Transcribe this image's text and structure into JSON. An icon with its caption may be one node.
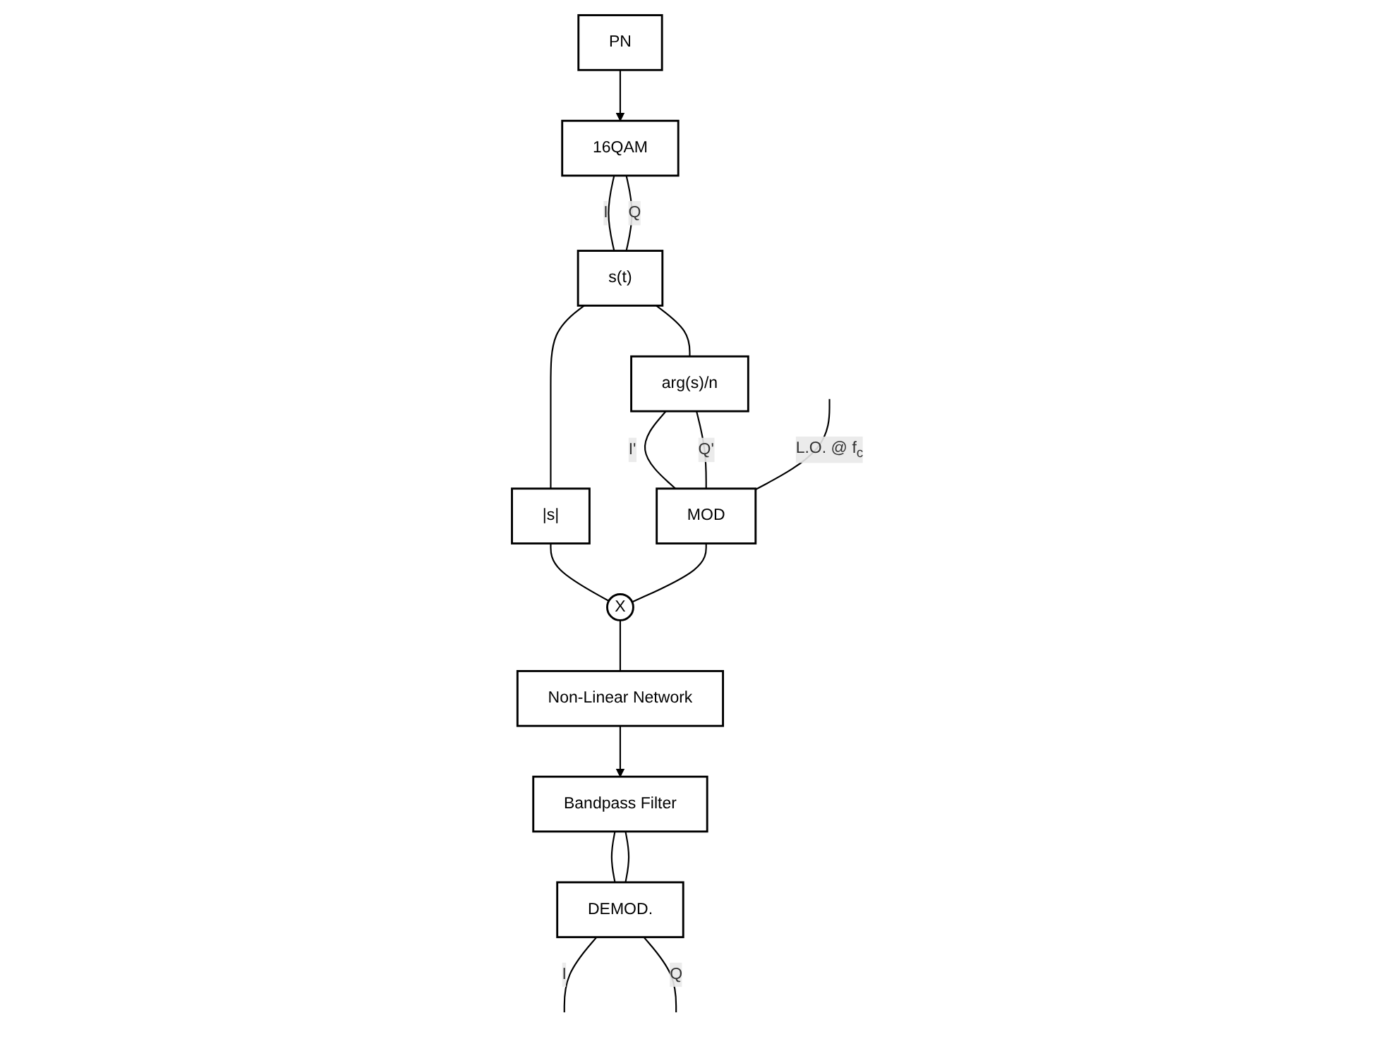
{
  "diagram": {
    "nodes": [
      {
        "text": [
          "PN"
        ]
      },
      {
        "text": [
          "16QAM"
        ]
      },
      {
        "text": [
          "s(t)"
        ]
      },
      {
        "text": [
          "|s|"
        ]
      },
      {
        "text": [
          "arg(s)/n"
        ]
      },
      {
        "text": [
          "MOD"
        ]
      },
      {
        "text": [
          "X"
        ]
      },
      {
        "text": [
          "Non-Linear Network"
        ]
      },
      {
        "text": [
          "Bandpass Filter"
        ]
      },
      {
        "text": [
          "DEMOD."
        ]
      }
    ],
    "edges": [
      {
        "from": 0,
        "to": 1,
        "arrow": "to"
      },
      {
        "from": 1,
        "to": 2,
        "arrow": "none",
        "label": "I"
      },
      {
        "from": 1,
        "to": 2,
        "arrow": "none",
        "label": "Q"
      },
      {
        "from": 2,
        "to": 3,
        "arrow": "none"
      },
      {
        "from": 2,
        "to": 4,
        "arrow": "none"
      },
      {
        "from": 4,
        "to": 5,
        "arrow": "none",
        "label": "I'"
      },
      {
        "from": 4,
        "to": 5,
        "arrow": "none",
        "label": "Q'"
      },
      {
        "from": null,
        "to": 5,
        "arrow": "none",
        "label": "L.O. @ f$_{c}$"
      },
      {
        "from": 3,
        "to": 6,
        "arrow": "none"
      },
      {
        "from": 5,
        "to": 6,
        "arrow": "none"
      },
      {
        "from": 6,
        "to": 7,
        "arrow": "none"
      },
      {
        "from": 7,
        "to": 8,
        "arrow": "to"
      },
      {
        "from": 8,
        "to": 9,
        "arrow": "none"
      },
      {
        "from": 8,
        "to": 9,
        "arrow": "none"
      },
      {
        "from": 9,
        "to": null,
        "arrow": "none",
        "label": "I"
      },
      {
        "from": 9,
        "to": null,
        "arrow": "none",
        "label": "Q"
      }
    ]
  }
}
